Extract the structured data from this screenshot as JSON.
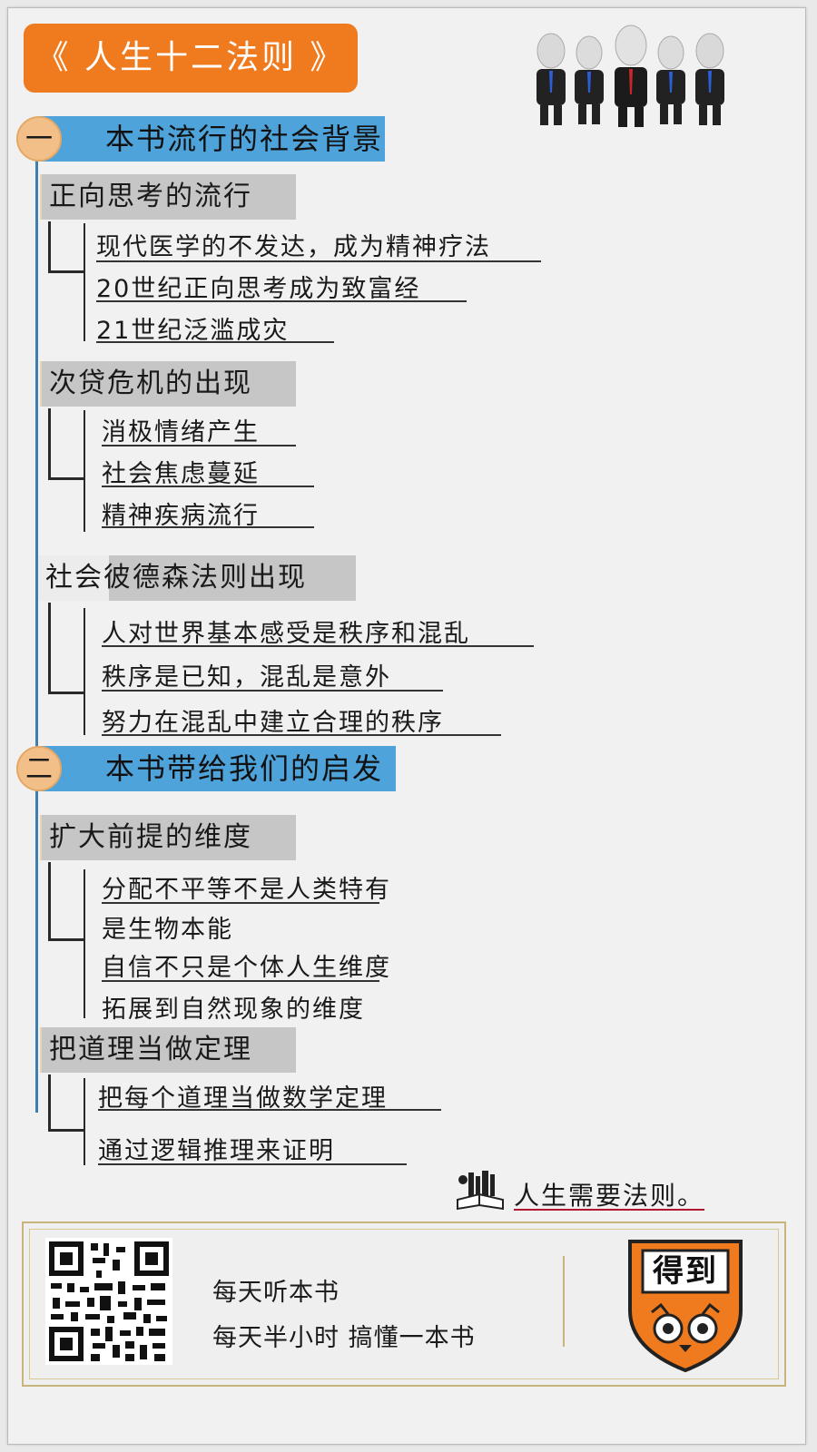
{
  "title": "《 人生十二法则 》",
  "sections": [
    {
      "num": "一",
      "label": "本书流行的社会背景",
      "groups": [
        {
          "label": "正向思考的流行",
          "items": [
            "现代医学的不发达，成为精神疗法",
            "20世纪正向思考成为致富经",
            "21世纪泛滥成灾"
          ]
        },
        {
          "label": "次贷危机的出现",
          "items": [
            "消极情绪产生",
            "社会焦虑蔓延",
            "精神疾病流行"
          ]
        },
        {
          "label": "社会彼德森法则出现",
          "items": [
            "人对世界基本感受是秩序和混乱",
            "秩序是已知，混乱是意外",
            "努力在混乱中建立合理的秩序"
          ]
        }
      ]
    },
    {
      "num": "二",
      "label": "本书带给我们的启发",
      "groups": [
        {
          "label": "扩大前提的维度",
          "items": [
            "分配不平等不是人类特有",
            "是生物本能",
            "自信不只是个体人生维度",
            "拓展到自然现象的维度"
          ]
        },
        {
          "label": "把道理当做定理",
          "items": [
            "把每个道理当做数学定理",
            "通过逻辑推理来证明"
          ]
        }
      ]
    }
  ],
  "conclusion": "人生需要法则。",
  "footer": {
    "line1": "每天听本书",
    "line2": "每天半小时 搞懂一本书",
    "logo_text": "得到"
  },
  "colors": {
    "title_bg": "#f07a1e",
    "section_bar": "#4fa3db",
    "section_circle": "#f3bf88",
    "sub_bg": "#c6c6c6",
    "logo_bg": "#f07a1e",
    "conclusion_underline": "#b0162d"
  }
}
